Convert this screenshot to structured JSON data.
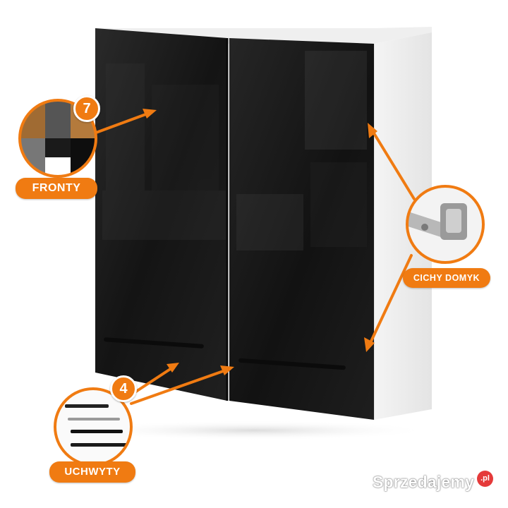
{
  "labels": {
    "fronty": "FRONTY",
    "cichy_domyk": "CICHY DOMYK",
    "uchwyty": "UCHWYTY"
  },
  "counts": {
    "fronty_count": "7",
    "uchwyty_count": "4"
  },
  "watermark": {
    "brand": "Sprzedajemy",
    "tld": ".pl"
  },
  "colors": {
    "accent": "#f07b12",
    "door_gloss": "#1c1c1c",
    "body": "#ffffff"
  }
}
